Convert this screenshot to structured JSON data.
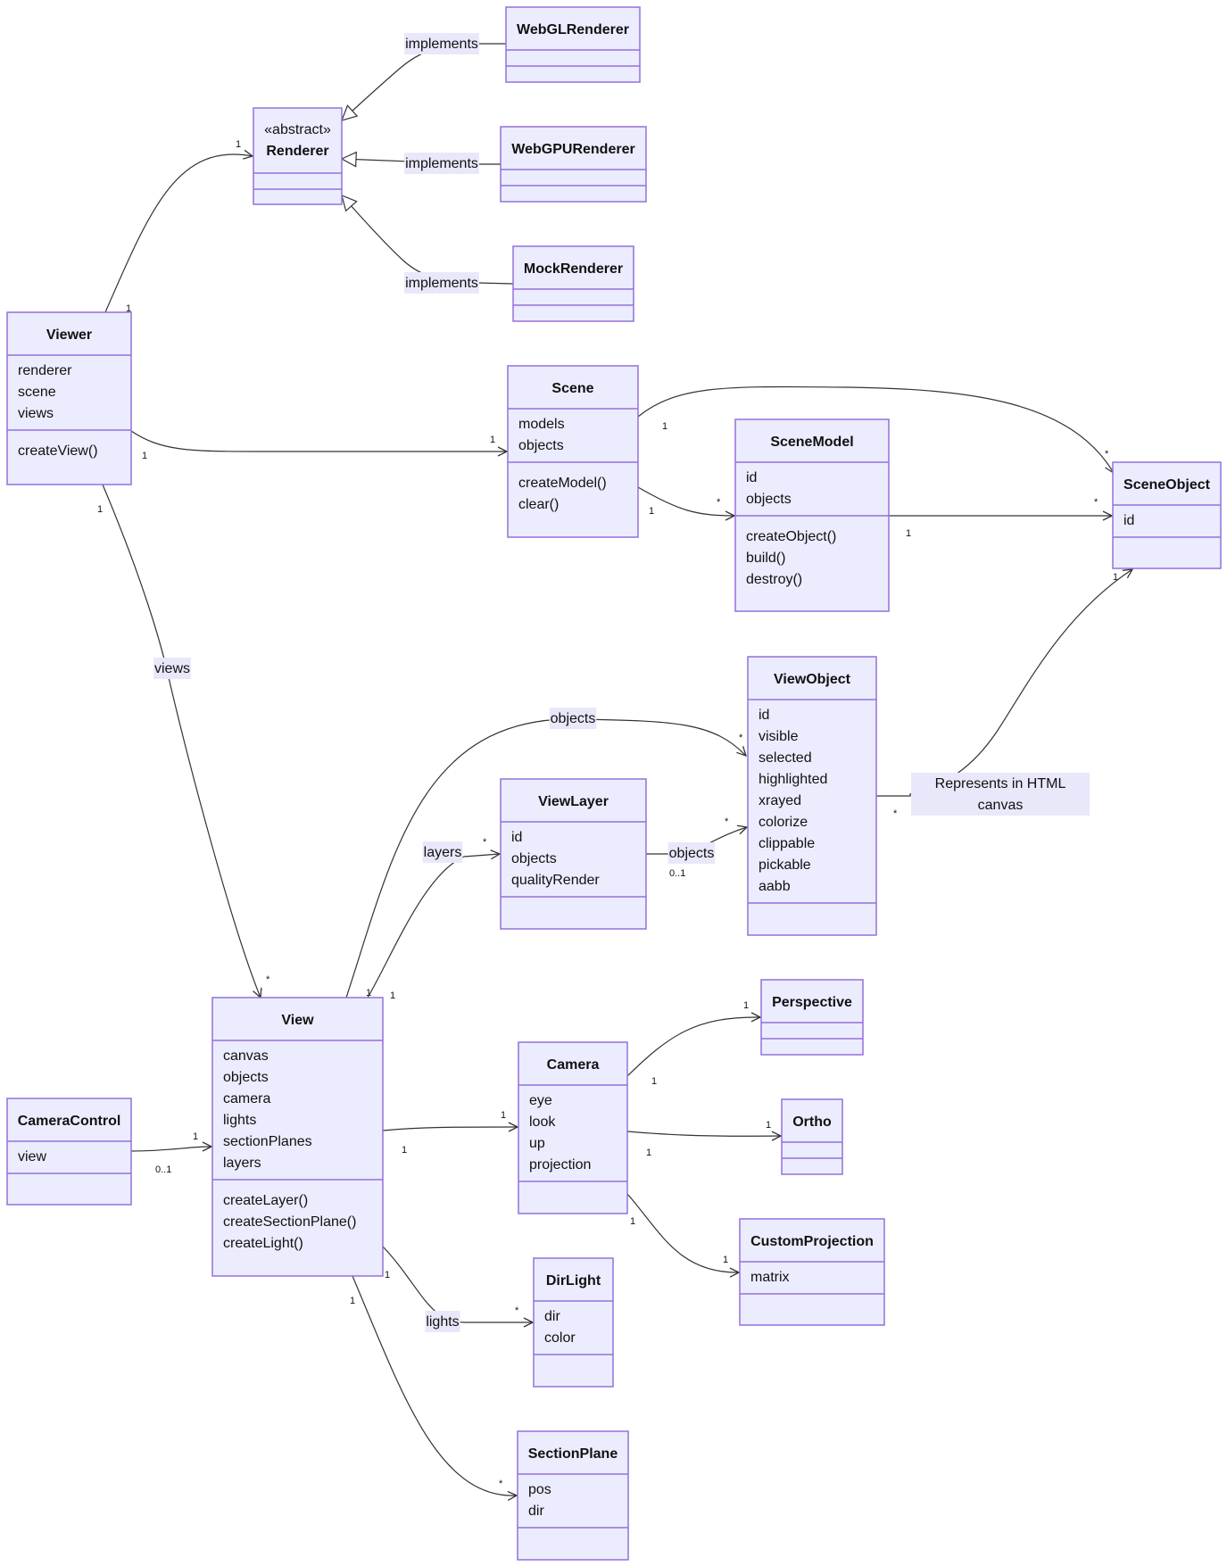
{
  "classes": [
    {
      "id": "WebGLRenderer",
      "title": "WebGLRenderer",
      "fields": [],
      "methods": []
    },
    {
      "id": "Renderer",
      "stereotype": "«abstract»",
      "title": "Renderer",
      "fields": [],
      "methods": []
    },
    {
      "id": "WebGPURenderer",
      "title": "WebGPURenderer",
      "fields": [],
      "methods": []
    },
    {
      "id": "MockRenderer",
      "title": "MockRenderer",
      "fields": [],
      "methods": []
    },
    {
      "id": "Viewer",
      "title": "Viewer",
      "fields": [
        "renderer",
        "scene",
        "views"
      ],
      "methods": [
        "createView()"
      ]
    },
    {
      "id": "Scene",
      "title": "Scene",
      "fields": [
        "models",
        "objects"
      ],
      "methods": [
        "createModel()",
        "clear()"
      ]
    },
    {
      "id": "SceneModel",
      "title": "SceneModel",
      "fields": [
        "id",
        "objects"
      ],
      "methods": [
        "createObject()",
        "build()",
        "destroy()"
      ]
    },
    {
      "id": "SceneObject",
      "title": "SceneObject",
      "fields": [
        "id"
      ],
      "methods": []
    },
    {
      "id": "ViewObject",
      "title": "ViewObject",
      "fields": [
        "id",
        "visible",
        "selected",
        "highlighted",
        "xrayed",
        "colorize",
        "clippable",
        "pickable",
        "aabb"
      ],
      "methods": []
    },
    {
      "id": "ViewLayer",
      "title": "ViewLayer",
      "fields": [
        "id",
        "objects",
        "qualityRender"
      ],
      "methods": []
    },
    {
      "id": "View",
      "title": "View",
      "fields": [
        "canvas",
        "objects",
        "camera",
        "lights",
        "sectionPlanes",
        "layers"
      ],
      "methods": [
        "createLayer()",
        "createSectionPlane()",
        "createLight()"
      ]
    },
    {
      "id": "CameraControl",
      "title": "CameraControl",
      "fields": [
        "view"
      ],
      "methods": []
    },
    {
      "id": "Camera",
      "title": "Camera",
      "fields": [
        "eye",
        "look",
        "up",
        "projection"
      ],
      "methods": []
    },
    {
      "id": "Perspective",
      "title": "Perspective",
      "fields": [],
      "methods": []
    },
    {
      "id": "Ortho",
      "title": "Ortho",
      "fields": [],
      "methods": []
    },
    {
      "id": "CustomProjection",
      "title": "CustomProjection",
      "fields": [
        "matrix"
      ],
      "methods": []
    },
    {
      "id": "DirLight",
      "title": "DirLight",
      "fields": [
        "dir",
        "color"
      ],
      "methods": []
    },
    {
      "id": "SectionPlane",
      "title": "SectionPlane",
      "fields": [
        "pos",
        "dir"
      ],
      "methods": []
    }
  ],
  "relations": [
    {
      "id": "webgl-impl",
      "from": "WebGLRenderer",
      "to": "Renderer",
      "kind": "realization",
      "label": "implements"
    },
    {
      "id": "webgpu-impl",
      "from": "WebGPURenderer",
      "to": "Renderer",
      "kind": "realization",
      "label": "implements"
    },
    {
      "id": "mock-impl",
      "from": "MockRenderer",
      "to": "Renderer",
      "kind": "realization",
      "label": "implements"
    },
    {
      "id": "viewer-renderer",
      "from": "Viewer",
      "to": "Renderer",
      "kind": "association",
      "from_card": "1",
      "to_card": "1"
    },
    {
      "id": "viewer-scene",
      "from": "Viewer",
      "to": "Scene",
      "kind": "association",
      "from_card": "1",
      "to_card": "1"
    },
    {
      "id": "viewer-views",
      "from": "Viewer",
      "to": "View",
      "kind": "association",
      "label": "views",
      "from_card": "1",
      "to_card": "*"
    },
    {
      "id": "scene-sceneobject",
      "from": "Scene",
      "to": "SceneObject",
      "kind": "association",
      "from_card": "1",
      "to_card": "*"
    },
    {
      "id": "scene-scenemodel",
      "from": "Scene",
      "to": "SceneModel",
      "kind": "association",
      "from_card": "1",
      "to_card": "*"
    },
    {
      "id": "scenemodel-sceneobject",
      "from": "SceneModel",
      "to": "SceneObject",
      "kind": "association",
      "from_card": "1",
      "to_card": "*"
    },
    {
      "id": "viewobject-sceneobject",
      "from": "ViewObject",
      "to": "SceneObject",
      "kind": "association",
      "label": "Represents in HTML canvas",
      "from_card": "*",
      "to_card": "1"
    },
    {
      "id": "view-viewobject",
      "from": "View",
      "to": "ViewObject",
      "kind": "association",
      "label": "objects",
      "from_card": "1",
      "to_card": "*"
    },
    {
      "id": "view-viewlayer",
      "from": "View",
      "to": "ViewLayer",
      "kind": "association",
      "label": "layers",
      "from_card": "1",
      "to_card": "*"
    },
    {
      "id": "viewlayer-viewobject",
      "from": "ViewLayer",
      "to": "ViewObject",
      "kind": "association",
      "label": "objects",
      "from_card": "0..1",
      "to_card": "*"
    },
    {
      "id": "cameracontrol-view",
      "from": "CameraControl",
      "to": "View",
      "kind": "association",
      "from_card": "0..1",
      "to_card": "1"
    },
    {
      "id": "view-camera",
      "from": "View",
      "to": "Camera",
      "kind": "association",
      "from_card": "1",
      "to_card": "1"
    },
    {
      "id": "camera-perspective",
      "from": "Camera",
      "to": "Perspective",
      "kind": "association",
      "from_card": "1",
      "to_card": "1"
    },
    {
      "id": "camera-ortho",
      "from": "Camera",
      "to": "Ortho",
      "kind": "association",
      "from_card": "1",
      "to_card": "1"
    },
    {
      "id": "camera-customprojection",
      "from": "Camera",
      "to": "CustomProjection",
      "kind": "association",
      "from_card": "1",
      "to_card": "1"
    },
    {
      "id": "view-dirlight",
      "from": "View",
      "to": "DirLight",
      "kind": "association",
      "label": "lights",
      "from_card": "1",
      "to_card": "*"
    },
    {
      "id": "view-sectionplane",
      "from": "View",
      "to": "SectionPlane",
      "kind": "association",
      "from_card": "1",
      "to_card": "*"
    }
  ],
  "colors": {
    "class_fill": "#ECECFF",
    "class_stroke": "#9370DB",
    "edge": "#333333",
    "label_bg": "#E8E8FA"
  }
}
